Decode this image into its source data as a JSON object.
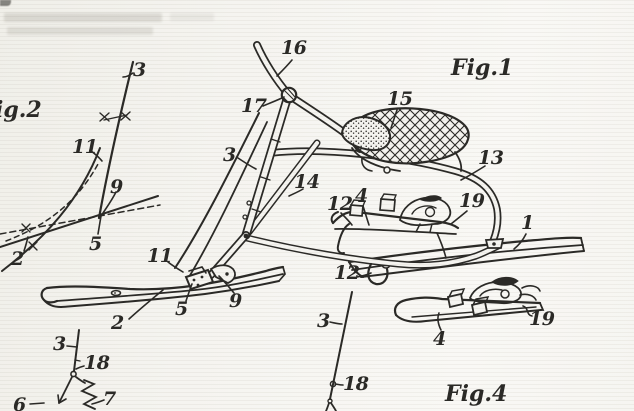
{
  "page": {
    "paper_color": "#f5f4f0",
    "ink_color": "#2b2a27"
  },
  "figures": {
    "fig1": {
      "caption": "Fig.1",
      "labels": {
        "n16": "16",
        "n17": "17",
        "n15": "15",
        "n3": "3",
        "n14": "14",
        "n13": "13",
        "n12_upper": "12",
        "n4": "4",
        "n19": "19",
        "n1": "1",
        "n12_lower": "12",
        "n11": "11",
        "n2": "2",
        "n5": "5",
        "n9": "9"
      }
    },
    "fig2": {
      "caption_visible": "ig.2",
      "labels": {
        "n3": "3",
        "n11": "11",
        "n9": "9",
        "n5": "5",
        "n2": "2"
      }
    },
    "fig3_partial": {
      "labels": {
        "n3": "3",
        "n18": "18",
        "n7": "7",
        "n6": "6"
      }
    },
    "fig4": {
      "caption": "Fig.4",
      "labels": {
        "n3": "3",
        "n18": "18",
        "n4": "4",
        "n19": "19"
      }
    }
  }
}
